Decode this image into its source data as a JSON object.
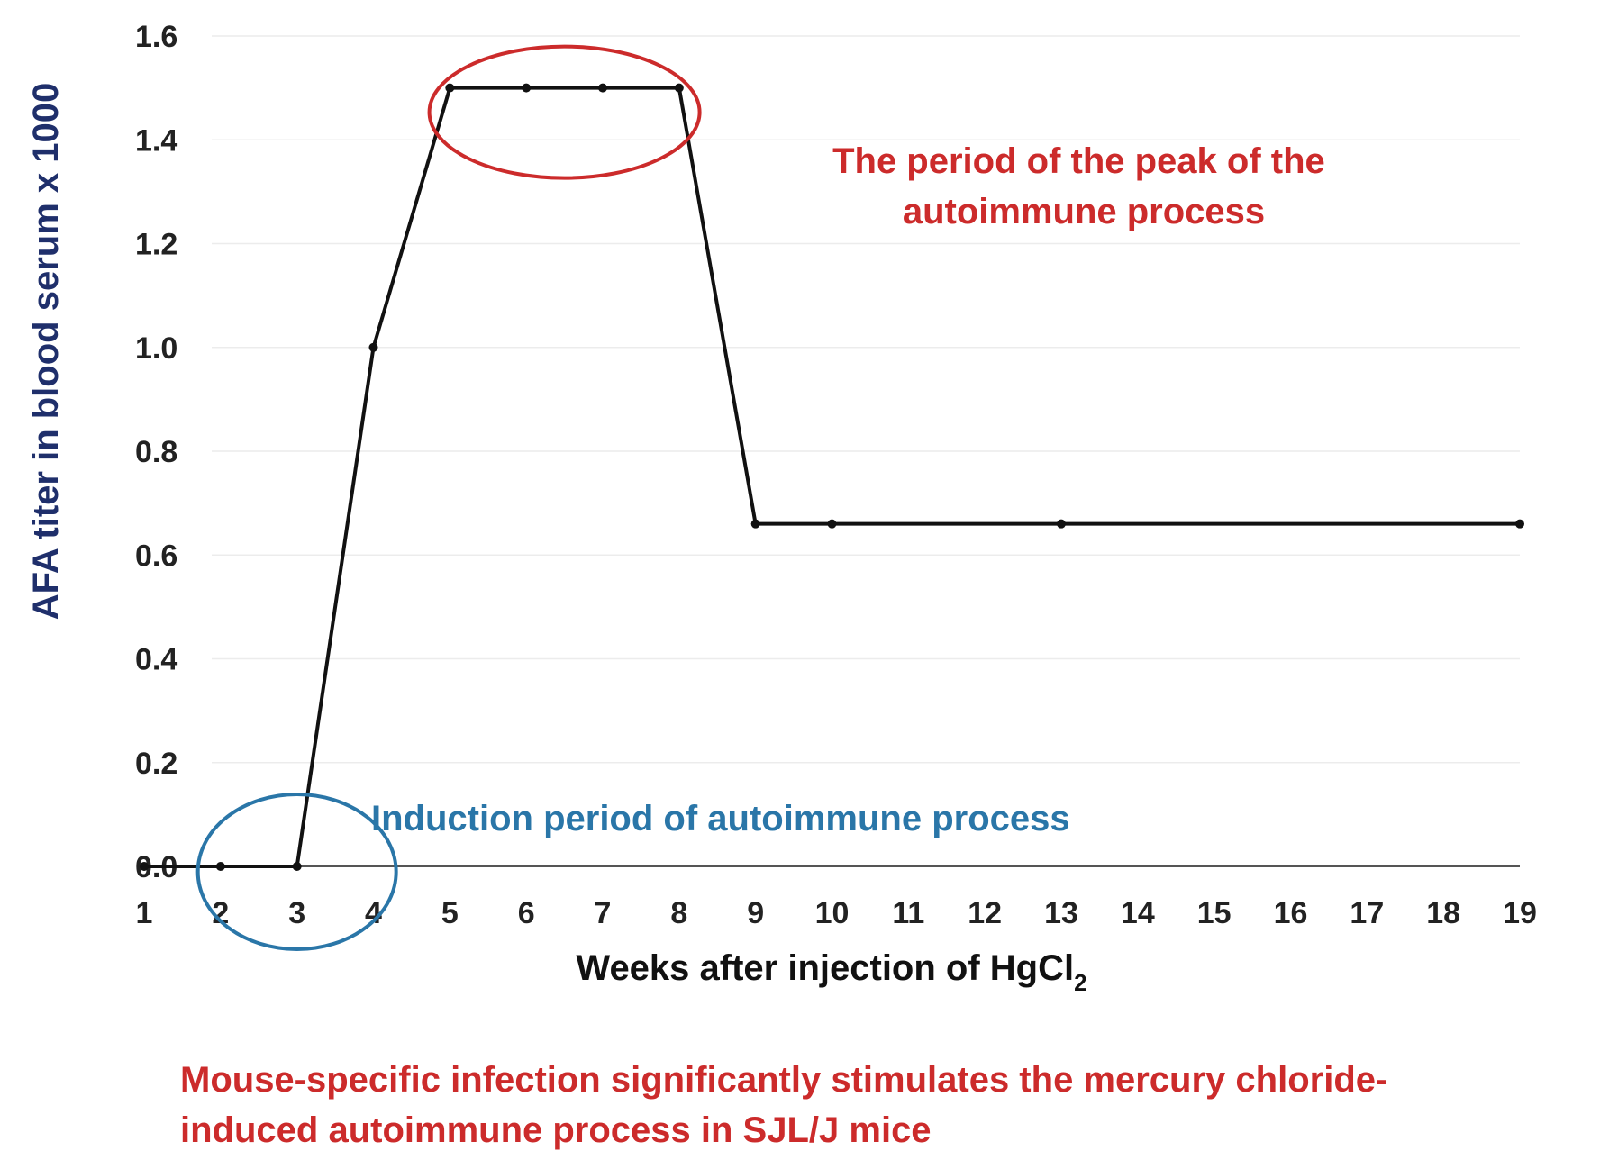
{
  "chart_data": {
    "type": "line",
    "categories": [
      "1",
      "2",
      "3",
      "4",
      "5",
      "6",
      "7",
      "8",
      "9",
      "10",
      "11",
      "12",
      "13",
      "14",
      "15",
      "16",
      "17",
      "18",
      "19"
    ],
    "series": [
      {
        "points": [
          {
            "x": "1",
            "y": 0
          },
          {
            "x": "2",
            "y": 0
          },
          {
            "x": "3",
            "y": 0
          },
          {
            "x": "4",
            "y": 1.0
          },
          {
            "x": "5",
            "y": 1.5
          },
          {
            "x": "6",
            "y": 1.5
          },
          {
            "x": "7",
            "y": 1.5
          },
          {
            "x": "8",
            "y": 1.5
          },
          {
            "x": "9",
            "y": 0.66
          },
          {
            "x": "10",
            "y": 0.66
          },
          {
            "x": "13",
            "y": 0.66
          },
          {
            "x": "19",
            "y": 0.66
          }
        ]
      }
    ],
    "ylim": [
      0,
      1.6
    ],
    "yticks": [
      "0.0",
      "0.2",
      "0.4",
      "0.6",
      "0.8",
      "1.0",
      "1.2",
      "1.4",
      "1.6"
    ],
    "grid": true,
    "ylabel": "AFA titer in blood serum x 1000",
    "xlabel": "Weeks after injection of HgCl",
    "xlabel_subscript": "2",
    "colors": {
      "line": "#111111",
      "peak": "#cc2b2b",
      "induction": "#2a76a8",
      "ylabel": "#1f2f6b",
      "grid": "#ececec"
    },
    "annotations": [
      {
        "lines": [
          "The period of the peak of the",
          "autoimmune process"
        ],
        "color": "#cc2b2b",
        "circle_around": [
          "5",
          "8"
        ],
        "circle_y": 1.5
      },
      {
        "lines": [
          "Induction period of autoimmune process"
        ],
        "color": "#2a76a8",
        "circle_around": [
          "2",
          "4"
        ],
        "circle_y": 0
      }
    ],
    "caption": [
      "Mouse-specific infection significantly stimulates the mercury chloride-",
      "induced autoimmune process in SJL/J mice"
    ]
  }
}
